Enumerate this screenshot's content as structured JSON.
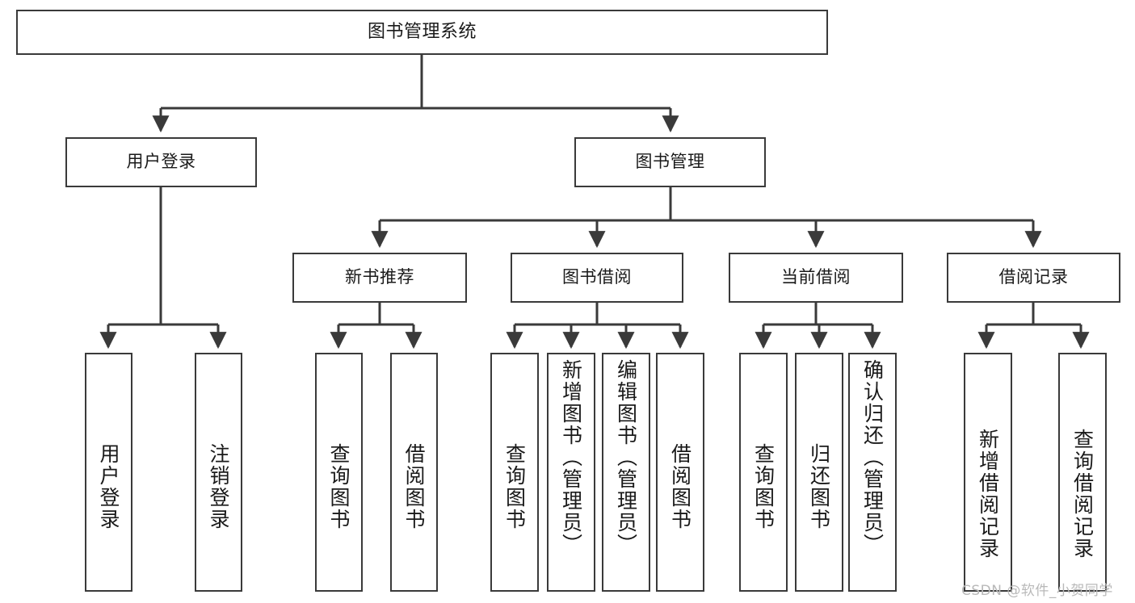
{
  "diagram": {
    "type": "tree",
    "title": "图书管理系统",
    "watermark": "CSDN @软件_小贺同学",
    "colors": {
      "box_stroke": "#3a3a3a",
      "box_fill": "#ffffff",
      "edge": "#3a3a3a",
      "text": "#1a1a1a",
      "watermark": "#b9b9b9",
      "background": "#ffffff"
    },
    "nodes": {
      "root": {
        "label": "图书管理系统"
      },
      "level2": [
        {
          "label": "用户登录"
        },
        {
          "label": "图书管理"
        }
      ],
      "level3": [
        {
          "label": "新书推荐"
        },
        {
          "label": "图书借阅"
        },
        {
          "label": "当前借阅"
        },
        {
          "label": "借阅记录"
        }
      ],
      "leaves_user_login": [
        {
          "label": "用户登录"
        },
        {
          "label": "注销登录"
        }
      ],
      "leaves_new_book": [
        {
          "label": "查询图书"
        },
        {
          "label": "借阅图书"
        }
      ],
      "leaves_borrow": [
        {
          "label": "查询图书"
        },
        {
          "label": "新增图书（管理员）"
        },
        {
          "label": "编辑图书（管理员）"
        },
        {
          "label": "借阅图书"
        }
      ],
      "leaves_current": [
        {
          "label": "查询图书"
        },
        {
          "label": "归还图书"
        },
        {
          "label": "确认归还（管理员）"
        }
      ],
      "leaves_record": [
        {
          "label": "新增借阅记录"
        },
        {
          "label": "查询借阅记录"
        }
      ]
    }
  }
}
